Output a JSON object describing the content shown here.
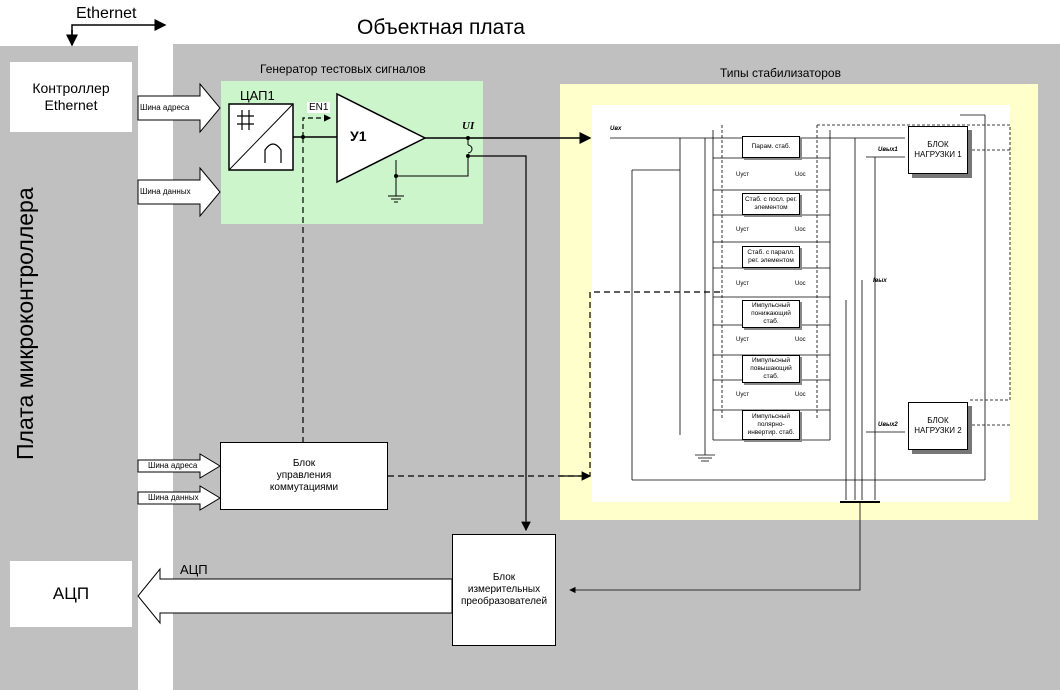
{
  "ethernet_top": "Ethernet",
  "object_board_title": "Объектная плата",
  "mcu_board_title": "Плата микроконтроллера",
  "controller_ethernet": {
    "line1": "Контроллер",
    "line2": "Ethernet"
  },
  "adc_left_box": "АЦП",
  "adc_arrow_label": "АЦП",
  "bus": {
    "addr_top": "Шина адреса",
    "data_top": "Шина данных",
    "addr_bottom": "Шина адреса",
    "data_bottom": "Шина данных"
  },
  "generator": {
    "title": "Генератор тестовых сигналов",
    "dac": "ЦАП1",
    "en": "EN1",
    "amp": "У1",
    "ui": "UI"
  },
  "switch_block": {
    "line1": "Блок",
    "line2": "управления",
    "line3": "коммутациями"
  },
  "measure_block": {
    "line1": "Блок",
    "line2": "измерительных",
    "line3": "преобразователей"
  },
  "stabilizers": {
    "title": "Типы стабилизаторов",
    "u_in": "Uвх",
    "u_out1": "Uвых1",
    "u_out2": "Uвых2",
    "i_out": "Iвых",
    "load1": {
      "line1": "БЛОК",
      "line2": "НАГРУЗКИ 1"
    },
    "load2": {
      "line1": "БЛОК",
      "line2": "НАГРУЗКИ 2"
    },
    "u_set": "Uуст",
    "u_fb": "Uос",
    "items": [
      "Парам. стаб.",
      "Стаб. с посл. рег. элементом",
      "Стаб. с паралл. рег. элементом",
      "Импульсный понижающий стаб.",
      "Импульсный повышающий стаб.",
      "Импульсный полярно-инвертир. стаб."
    ]
  },
  "colors": {
    "board_gray": "#c0c0c0",
    "generator_green": "#ccf5cc",
    "stab_yellow": "#ffffcc"
  }
}
